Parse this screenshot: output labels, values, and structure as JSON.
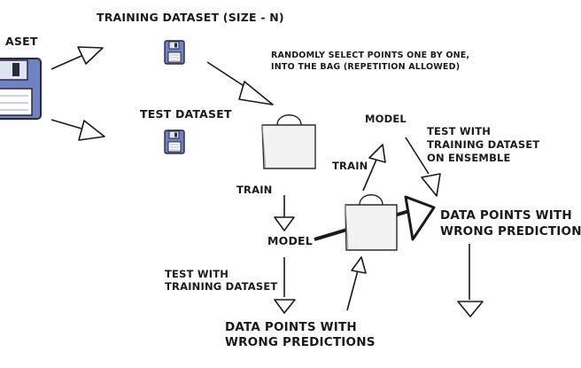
{
  "labels": {
    "dataset_partial": "ASET",
    "training_dataset": "TRAINING DATASET (SIZE - N)",
    "test_dataset": "TEST DATASET",
    "random_select_line1": "RANDOMLY SELECT POINTS ONE BY ONE,",
    "random_select_line2": "INTO THE BAG (REPETITION ALLOWED)",
    "train_1": "TRAIN",
    "model_1": "MODEL",
    "test_with_training_1_line1": "TEST WITH",
    "test_with_training_1_line2": "TRAINING DATASET",
    "wrong_predictions_1_line1": "DATA POINTS WITH",
    "wrong_predictions_1_line2": "WRONG PREDICTIONS",
    "train_2": "TRAIN",
    "model_2": "MODEL",
    "test_ensemble_line1": "TEST WITH",
    "test_ensemble_line2": "TRAINING DATASET",
    "test_ensemble_line3": "ON ENSEMBLE",
    "wrong_predictions_2_line1": "DATA POINTS WITH",
    "wrong_predictions_2_line2": "WRONG PREDICTIONS"
  },
  "colors": {
    "floppy_blue": "#6f82c4",
    "floppy_outline": "#2a2a3a",
    "bag_fill": "#f2f2f2",
    "ink": "#1a1a1a"
  },
  "icons": [
    "floppy-disk-icon",
    "shopping-bag-icon",
    "arrow-icon"
  ]
}
